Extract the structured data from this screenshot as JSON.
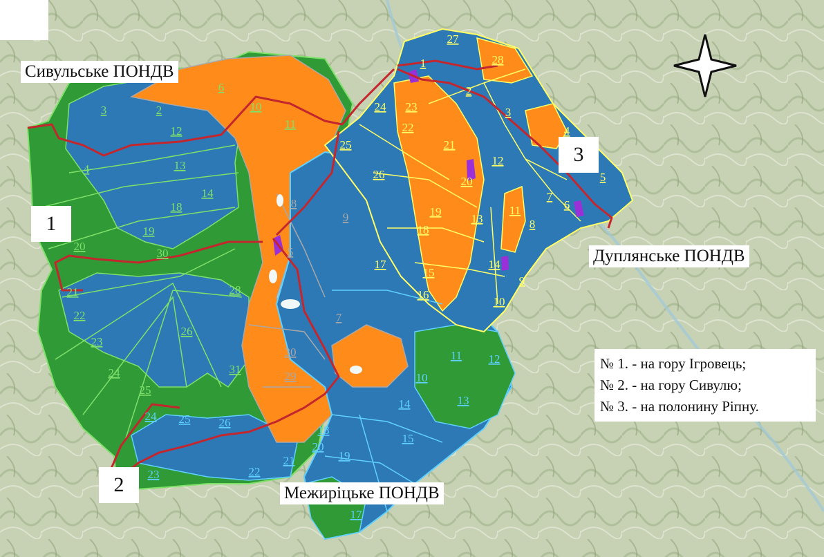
{
  "colors": {
    "terrain": "#c9d3b8",
    "terrain_dark": "#8fa47a",
    "green_zone": "#2f9a36",
    "blue_zone": "#2d79b6",
    "orange_zone": "#ff8c1a",
    "route": "#c4262e",
    "boundary_green": "#7fe06a",
    "boundary_yellow": "#ffff66",
    "boundary_cyan": "#5fd0ff",
    "boundary_gray": "#a8a8a8",
    "purple": "#9b30d9"
  },
  "areas": {
    "syvulske": "Сивульське ПОНДВ",
    "duplianske": "Дуплянське ПОНДВ",
    "mezhyritske": "Межиріцьке ПОНДВ"
  },
  "routes": {
    "r1": "1",
    "r2": "2",
    "r3": "3"
  },
  "legend": {
    "line1": "№ 1. - на гору Ігровець;",
    "line2": "№ 2. - на гору Сивулю;",
    "line3": "№ 3. - на полонину Ріпну."
  },
  "compass": "compass-rose-icon",
  "compartments": [
    {
      "n": "3",
      "c": "#7fe06a"
    },
    {
      "n": "4",
      "c": "#7fe06a"
    },
    {
      "n": "2",
      "c": "#7fe06a"
    },
    {
      "n": "12",
      "c": "#7fe06a"
    },
    {
      "n": "13",
      "c": "#7fe06a"
    },
    {
      "n": "14",
      "c": "#7fe06a"
    },
    {
      "n": "18",
      "c": "#7fe06a"
    },
    {
      "n": "19",
      "c": "#7fe06a"
    },
    {
      "n": "20",
      "c": "#7fe06a"
    },
    {
      "n": "30",
      "c": "#7fe06a"
    },
    {
      "n": "21",
      "c": "#7fe06a"
    },
    {
      "n": "22",
      "c": "#7fe06a"
    },
    {
      "n": "23",
      "c": "#7fe06a"
    },
    {
      "n": "24",
      "c": "#7fe06a"
    },
    {
      "n": "25",
      "c": "#7fe06a"
    },
    {
      "n": "26",
      "c": "#7fe06a"
    },
    {
      "n": "28",
      "c": "#7fe06a"
    },
    {
      "n": "31",
      "c": "#7fe06a"
    },
    {
      "n": "10",
      "c": "#7fe06a"
    },
    {
      "n": "11",
      "c": "#7fe06a"
    },
    {
      "n": "6",
      "c": "#7fe06a"
    },
    {
      "n": "1",
      "c": "#ffff66"
    },
    {
      "n": "2",
      "c": "#ffff66"
    },
    {
      "n": "3",
      "c": "#ffff66"
    },
    {
      "n": "4",
      "c": "#ffff66"
    },
    {
      "n": "5",
      "c": "#ffff66"
    },
    {
      "n": "6",
      "c": "#ffff66"
    },
    {
      "n": "7",
      "c": "#ffff66"
    },
    {
      "n": "8",
      "c": "#ffff66"
    },
    {
      "n": "9",
      "c": "#ffff66"
    },
    {
      "n": "10",
      "c": "#ffff66"
    },
    {
      "n": "11",
      "c": "#ffff66"
    },
    {
      "n": "12",
      "c": "#ffff66"
    },
    {
      "n": "13",
      "c": "#ffff66"
    },
    {
      "n": "14",
      "c": "#ffff66"
    },
    {
      "n": "15",
      "c": "#ffff66"
    },
    {
      "n": "16",
      "c": "#ffff66"
    },
    {
      "n": "17",
      "c": "#ffff66"
    },
    {
      "n": "18",
      "c": "#ffff66"
    },
    {
      "n": "19",
      "c": "#ffff66"
    },
    {
      "n": "20",
      "c": "#ffff66"
    },
    {
      "n": "21",
      "c": "#ffff66"
    },
    {
      "n": "22",
      "c": "#ffff66"
    },
    {
      "n": "23",
      "c": "#ffff66"
    },
    {
      "n": "24",
      "c": "#ffff66"
    },
    {
      "n": "25",
      "c": "#ffff66"
    },
    {
      "n": "26",
      "c": "#ffff66"
    },
    {
      "n": "27",
      "c": "#ffff66"
    },
    {
      "n": "28",
      "c": "#ffff66"
    },
    {
      "n": "5",
      "c": "#a8a8a8"
    },
    {
      "n": "7",
      "c": "#a8a8a8"
    },
    {
      "n": "8",
      "c": "#a8a8a8"
    },
    {
      "n": "9",
      "c": "#a8a8a8"
    },
    {
      "n": "29",
      "c": "#a8a8a8"
    },
    {
      "n": "30",
      "c": "#a8a8a8"
    },
    {
      "n": "10",
      "c": "#5fd0ff"
    },
    {
      "n": "11",
      "c": "#5fd0ff"
    },
    {
      "n": "12",
      "c": "#5fd0ff"
    },
    {
      "n": "13",
      "c": "#5fd0ff"
    },
    {
      "n": "14",
      "c": "#5fd0ff"
    },
    {
      "n": "15",
      "c": "#5fd0ff"
    },
    {
      "n": "17",
      "c": "#5fd0ff"
    },
    {
      "n": "18",
      "c": "#5fd0ff"
    },
    {
      "n": "19",
      "c": "#5fd0ff"
    },
    {
      "n": "20",
      "c": "#5fd0ff"
    },
    {
      "n": "21",
      "c": "#5fd0ff"
    },
    {
      "n": "22",
      "c": "#5fd0ff"
    },
    {
      "n": "23",
      "c": "#5fd0ff"
    },
    {
      "n": "24",
      "c": "#5fd0ff"
    },
    {
      "n": "25",
      "c": "#5fd0ff"
    },
    {
      "n": "26",
      "c": "#5fd0ff"
    }
  ]
}
